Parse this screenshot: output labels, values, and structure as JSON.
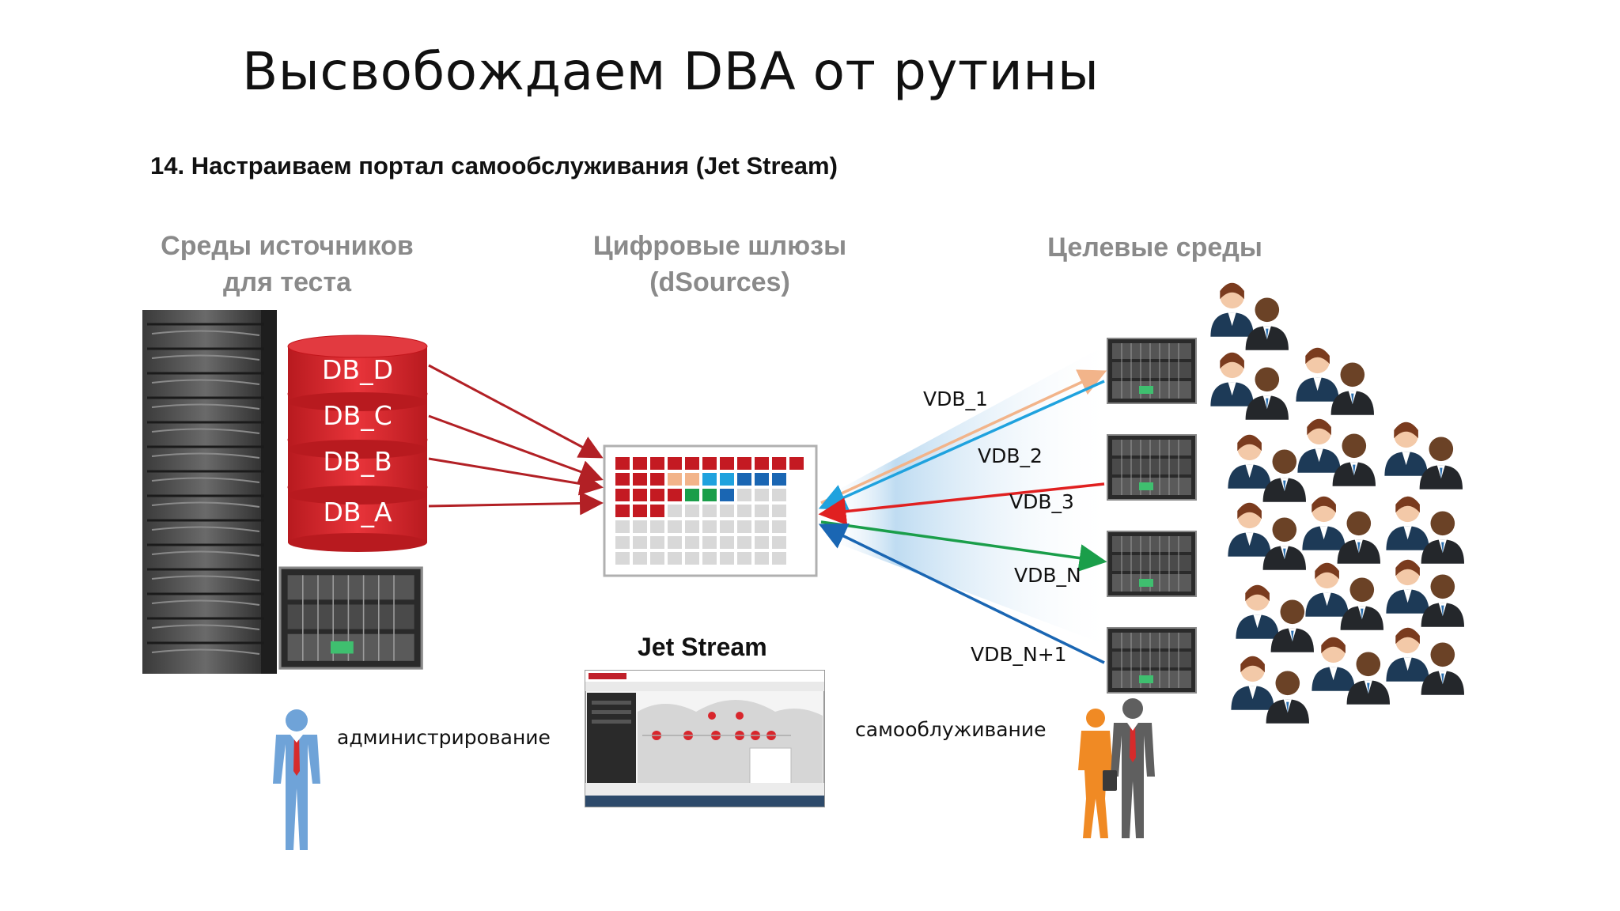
{
  "title": "Высвобождаем DBA от рутины",
  "subtitle": "14. Настраиваем портал самообслуживания (Jet Stream)",
  "columns": {
    "sources": "Среды источников\nдля теста",
    "gateways": "Цифровые шлюзы\n(dSources)",
    "targets": "Целевые среды"
  },
  "databases": [
    "DB_D",
    "DB_C",
    "DB_B",
    "DB_A"
  ],
  "vdbs": [
    "VDB_1",
    "VDB_2",
    "VDB_3",
    "VDB_N",
    "VDB_N+1"
  ],
  "captions": {
    "admin": "администрирование",
    "self_service": "самооблуживание",
    "jet_stream": "Jet Stream"
  },
  "colors": {
    "db_red": "#d6262b",
    "arrow_dark_red": "#b22025",
    "arrow_peach": "#f2b48a",
    "arrow_light_blue": "#1fa2de",
    "arrow_red": "#e02020",
    "arrow_green": "#1a9e4a",
    "arrow_blue": "#1a66b3",
    "person_blue": "#6fa3d8",
    "person_orange": "#f08a24",
    "person_gray": "#5f5f5f"
  },
  "icons": [
    "server-rack-icon",
    "blade-chassis-icon",
    "database-icon",
    "person-icon",
    "user-group-icon"
  ]
}
